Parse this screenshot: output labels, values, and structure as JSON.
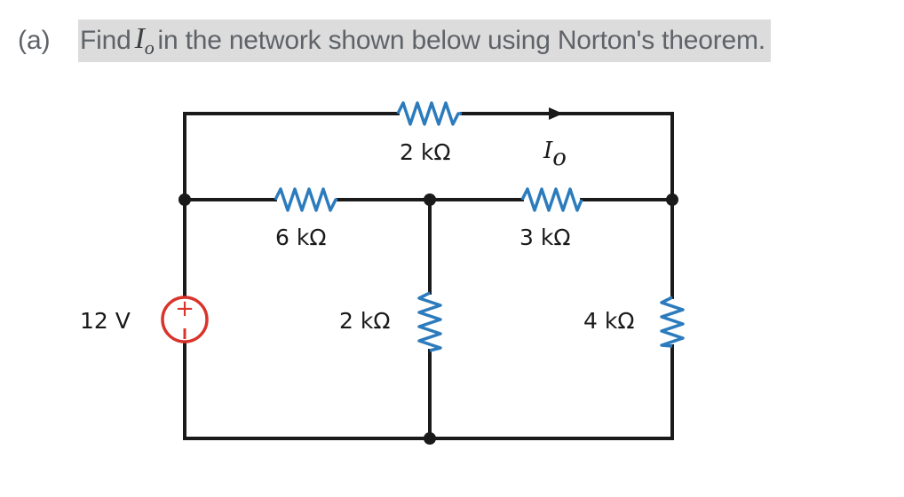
{
  "question": {
    "label": "(a)",
    "text_before": "Find",
    "var_main": "I",
    "var_sub": "o",
    "text_after": "in the network shown below using Norton's theorem."
  },
  "circuit": {
    "source": {
      "value": "12 V",
      "plus": "+",
      "minus": "–",
      "color": "#d9342b"
    },
    "resistors": {
      "top": "2 kΩ",
      "left_mid": "6 kΩ",
      "right_mid": "3 kΩ",
      "center_vertical": "2 kΩ",
      "right_vertical": "4 kΩ"
    },
    "current": {
      "main": "I",
      "sub": "o"
    },
    "colors": {
      "wire": "#1a1a1a",
      "resistor": "#2b7bbd",
      "node": "#1a1a1a"
    }
  }
}
